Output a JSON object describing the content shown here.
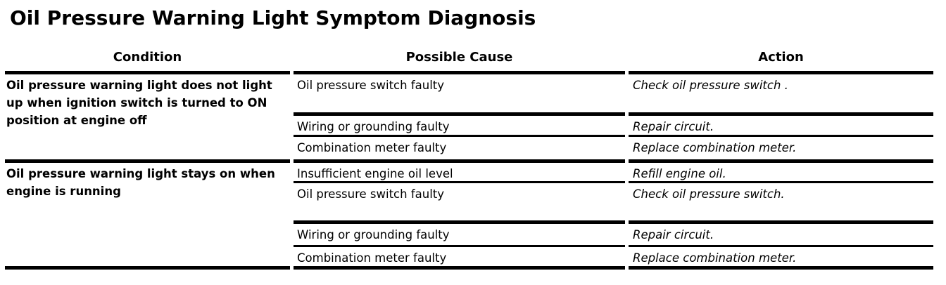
{
  "title": "Oil Pressure Warning Light Symptom Diagnosis",
  "table": {
    "headers": [
      "Condition",
      "Possible Cause",
      "Action"
    ],
    "groups": [
      {
        "condition": "Oil pressure warning light does not light up when ignition switch is turned to ON position at engine off",
        "rows": [
          {
            "cause": "Oil pressure switch faulty",
            "action": "Check oil pressure switch ."
          },
          {
            "cause": "Wiring or grounding faulty",
            "action": "Repair circuit."
          },
          {
            "cause": "Combination meter faulty",
            "action": "Replace combination meter."
          }
        ]
      },
      {
        "condition": "Oil pressure warning light stays on when engine is running",
        "rows": [
          {
            "cause": "Insufficient engine oil level",
            "action": "Refill engine oil."
          },
          {
            "cause": "Oil pressure switch faulty",
            "action": "Check oil pressure switch."
          },
          {
            "cause": "Wiring or grounding faulty",
            "action": "Repair circuit."
          },
          {
            "cause": "Combination meter faulty",
            "action": "Replace combination meter."
          }
        ]
      }
    ]
  },
  "colors": {
    "text": "#000000",
    "background": "#ffffff",
    "rule": "#000000"
  }
}
